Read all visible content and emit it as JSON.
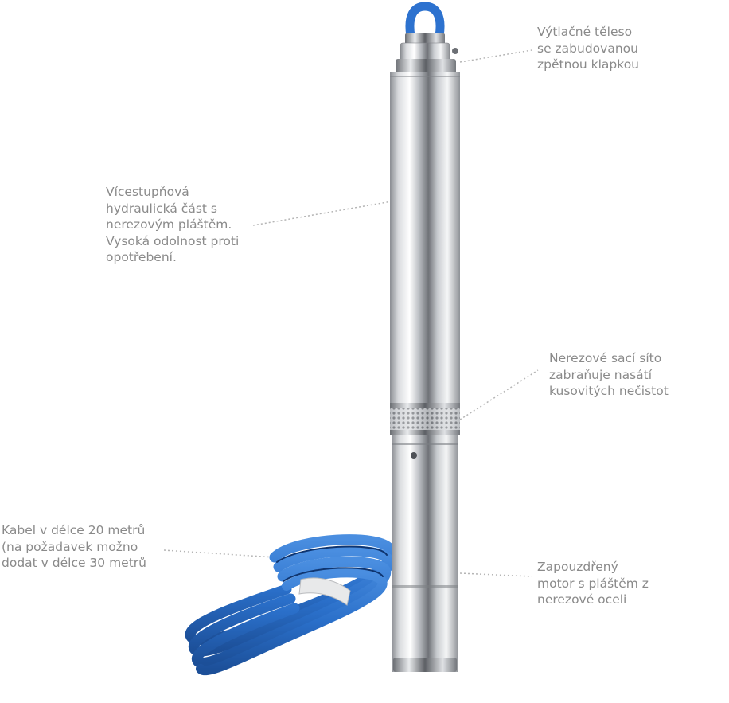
{
  "labels": {
    "outlet": [
      "Výtlačné těleso",
      "se zabudovanou",
      "zpětnou klapkou"
    ],
    "hydraulics": [
      "Vícestupňová",
      "hydraulická část s",
      "nerezovým pláštěm.",
      "Vysoká odolnost proti",
      "opotřebení."
    ],
    "intake_screen": [
      "Nerezové sací síto",
      "zabraňuje nasátí",
      "kusovitých nečistot"
    ],
    "cable": [
      "Kabel v délce 20 metrů",
      "(na požadavek možno",
      "dodat v délce 30 metrů"
    ],
    "motor": [
      "Zapouzdřený",
      "motor s pláštěm z",
      "nerezové oceli"
    ]
  },
  "colors": {
    "label_text": "#8a8a8a",
    "leader_line": "#b5b5b5",
    "cable_blue": "#2a6fc9",
    "steel_dark": "#8c8f94",
    "steel_light": "#f4f5f6"
  }
}
